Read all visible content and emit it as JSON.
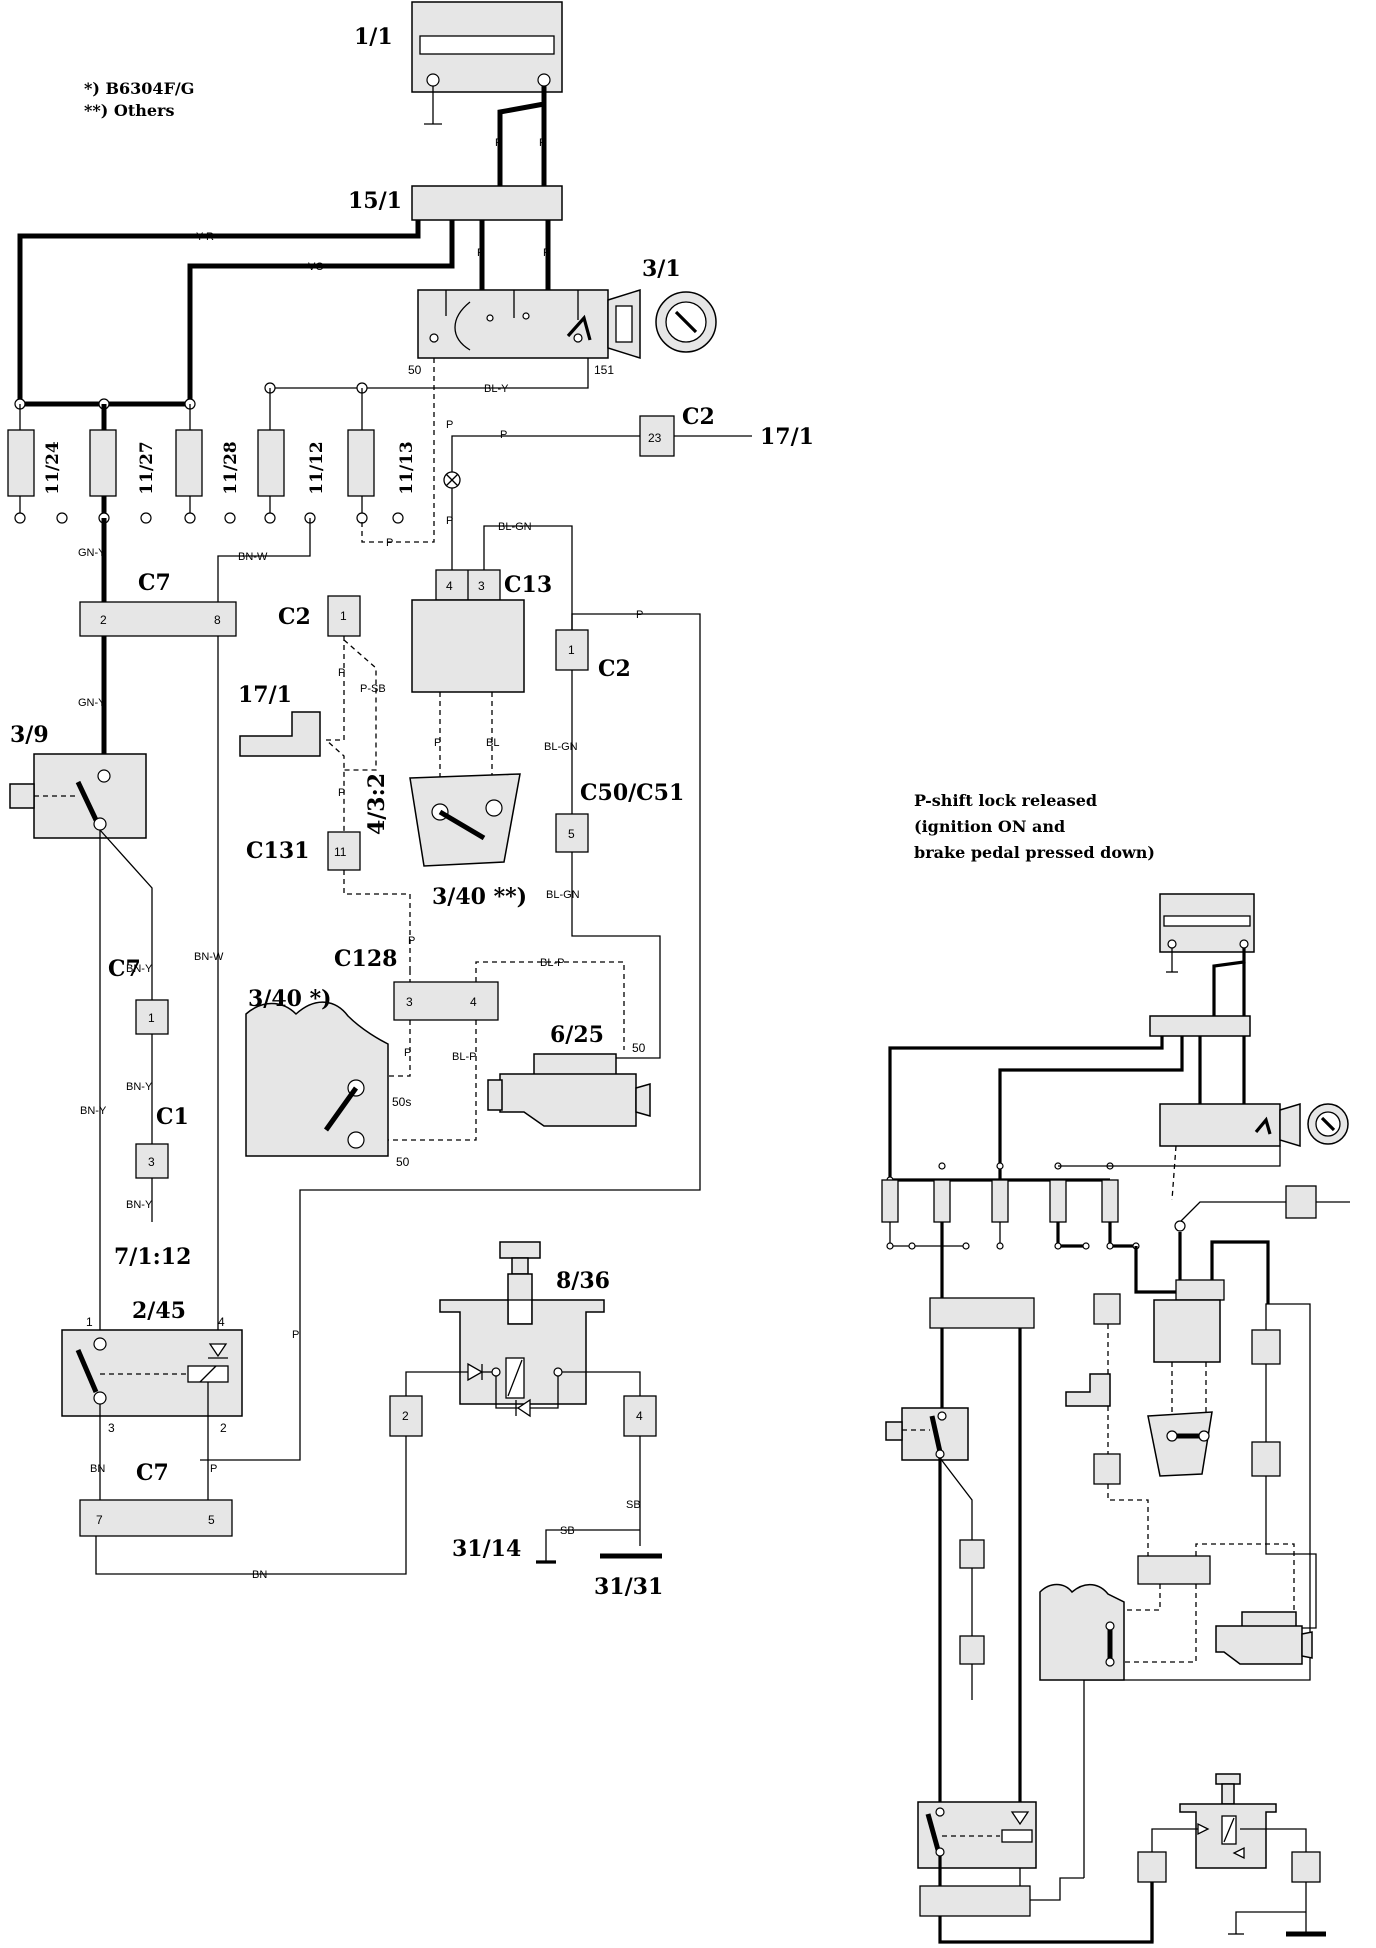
{
  "notes": {
    "line1": "*) B6304F/G",
    "line2": "**) Others"
  },
  "components": {
    "battery": "1/1",
    "fusebox_main": "15/1",
    "ignition_switch": "3/1",
    "inhibitor_switch": "3/9",
    "starter": "6/25",
    "relay_8_36": "8/36",
    "shift_lock": "2/45",
    "gear_selector_others": "3/40 **)",
    "gear_selector_b6304": "3/40 *)",
    "ground_31_14": "31/14",
    "ground_31_31": "31/31",
    "ref_17_1_a": "17/1",
    "ref_17_1_b": "17/1",
    "ref_7_1_12": "7/1:12",
    "ref_4_3_2": "4/3:2"
  },
  "fuses": [
    "11/24",
    "11/27",
    "11/28",
    "11/12",
    "11/13"
  ],
  "connectors": {
    "c2_top": "C2",
    "c2_top_pin": "23",
    "c13": "C13",
    "c13_pin_a": "4",
    "c13_pin_b": "3",
    "c7_top": "C7",
    "c7_top_pin_a": "2",
    "c7_top_pin_b": "8",
    "c2_mid": "C2",
    "c2_mid_pin": "1",
    "c2_right": "C2",
    "c2_right_pin": "1",
    "c50": "C50/C51",
    "c50_pin": "5",
    "c131": "C131",
    "c131_pin": "11",
    "c128": "C128",
    "c128_pin_a": "3",
    "c128_pin_b": "4",
    "c7_mid": "C7",
    "c7_mid_pin": "1",
    "c1": "C1",
    "c1_pin": "3",
    "c7_bot": "C7",
    "c7_bot_pin_a": "7",
    "c7_bot_pin_b": "5",
    "relay_pin_a": "2",
    "relay_pin_b": "4"
  },
  "wires": {
    "y_r": "Y-R",
    "vo": "VO",
    "r1": "R",
    "r2": "R",
    "r3": "R",
    "r4": "R",
    "bl_y": "BL-Y",
    "p_top": "P",
    "p_c2": "P",
    "p_mid": "P",
    "p_dash": "P",
    "bl_gn_a": "BL-GN",
    "bl_gn_b": "BL-GN",
    "bl_gn_c": "BL-GN",
    "gn_y_a": "GN-Y",
    "gn_y_b": "GN-Y",
    "bn_w_a": "BN-W",
    "bn_w_b": "BN-W",
    "p_right": "P",
    "p_sb": "P-SB",
    "p_l1": "P",
    "p_l2": "P",
    "p_sel": "P",
    "bl_sel": "BL",
    "bn_y_a": "BN-Y",
    "bn_y_b": "BN-Y",
    "bn_y_c": "BN-Y",
    "bn_y_d": "BN-Y",
    "p_c128": "P",
    "p_c128b": "P",
    "bl_p_a": "BL-P",
    "bl_p_b": "BL-P",
    "p_long": "P",
    "bn_a": "BN",
    "p_bot": "P",
    "bn_b": "BN",
    "sb_a": "SB",
    "sb_b": "SB"
  },
  "pins": {
    "sw_50": "50",
    "sw_151": "151",
    "sel_50s": "50s",
    "sel_50": "50",
    "starter_50": "50",
    "sl_1": "1",
    "sl_4": "4",
    "sl_3": "3",
    "sl_2": "2"
  },
  "inset": {
    "title_1": "P-shift lock released",
    "title_2": "(ignition ON and",
    "title_3": "brake pedal pressed down)"
  }
}
